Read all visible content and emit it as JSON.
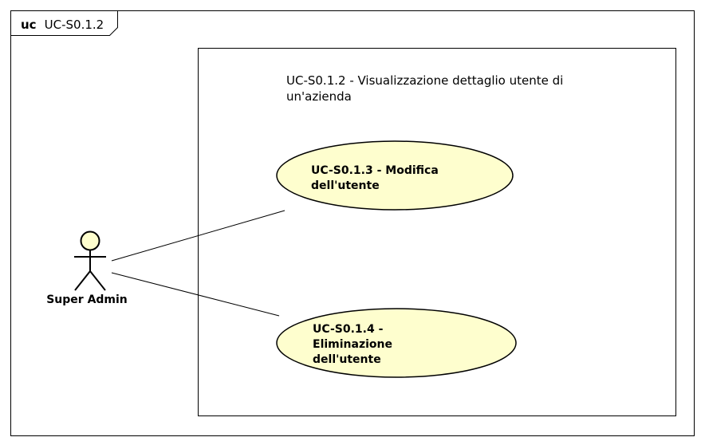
{
  "frame": {
    "keyword": "uc",
    "name": "UC-S0.1.2"
  },
  "system": {
    "title_line1": "UC-S0.1.2 - Visualizzazione dettaglio utente di",
    "title_line2": "un'azienda"
  },
  "actor": {
    "name": "Super Admin"
  },
  "use_cases": [
    {
      "line1": "UC-S0.1.3 - Modifica",
      "line2": "dell'utente",
      "line3": ""
    },
    {
      "line1": "UC-S0.1.4 -",
      "line2": "Eliminazione",
      "line3": "dell'utente"
    }
  ],
  "colors": {
    "usecase_fill": "#FEFECE",
    "actor_fill": "#FEFECE",
    "stroke": "#000000"
  }
}
